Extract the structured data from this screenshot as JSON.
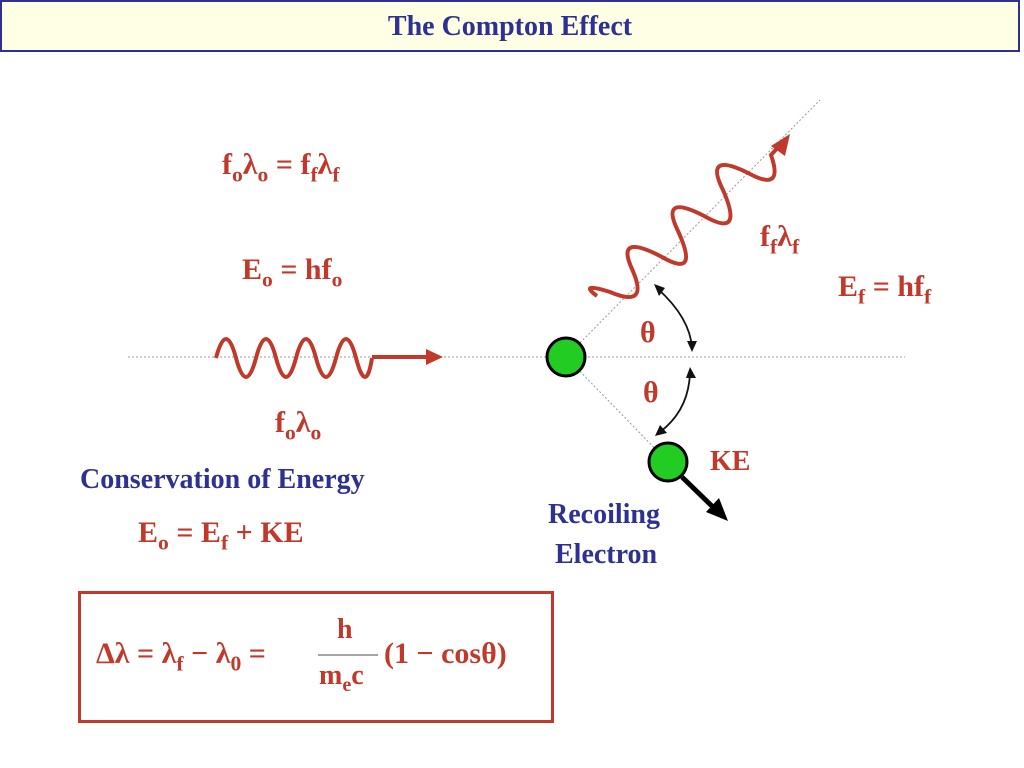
{
  "slide": {
    "title": "The Compton Effect",
    "eq_freq": {
      "lhs_f": "f",
      "lhs_f_sub": "o",
      "lhs_l": "λ",
      "lhs_l_sub": "o",
      "eq": "=",
      "rhs_f": "f",
      "rhs_f_sub": "f",
      "rhs_l": "λ",
      "rhs_l_sub": "f"
    },
    "eq_e0": {
      "e": "E",
      "e_sub": "o",
      "eq": "=",
      "hf": "hf",
      "hf_sub": "o"
    },
    "incident_label": {
      "f": "f",
      "f_sub": "o",
      "l": "λ",
      "l_sub": "o"
    },
    "scattered_label": {
      "f": "f",
      "f_sub": "f",
      "l": "λ",
      "l_sub": "f"
    },
    "eq_ef": {
      "e": "E",
      "e_sub": "f",
      "eq": "=",
      "hf": "hf",
      "hf_sub": "f"
    },
    "theta_upper": "θ",
    "theta_lower": "θ",
    "ke_label": "KE",
    "recoil_label_line1": "Recoiling",
    "recoil_label_line2": "Electron",
    "conservation_heading": "Conservation of Energy",
    "eq_conservation": {
      "e": "E",
      "e_sub": "o",
      "eq": "=",
      "ef": "E",
      "ef_sub": "f",
      "plus": "+",
      "ke": "KE"
    },
    "compton_formula": {
      "lhs": "Δλ",
      "eq1": "=",
      "lf": "λ",
      "lf_sub": "f",
      "minus": "−",
      "l0": "λ",
      "l0_sub": "0",
      "eq2": "=",
      "numerator": "h",
      "den_m": "m",
      "den_sub": "e",
      "den_c": "c",
      "paren_expr": "(1 − cosθ)"
    },
    "colors": {
      "title": "#2e3192",
      "title_bg": "#ffffe6",
      "equation": "#c0392b",
      "electron": "#22cc22",
      "wave": "#c0392b"
    }
  }
}
